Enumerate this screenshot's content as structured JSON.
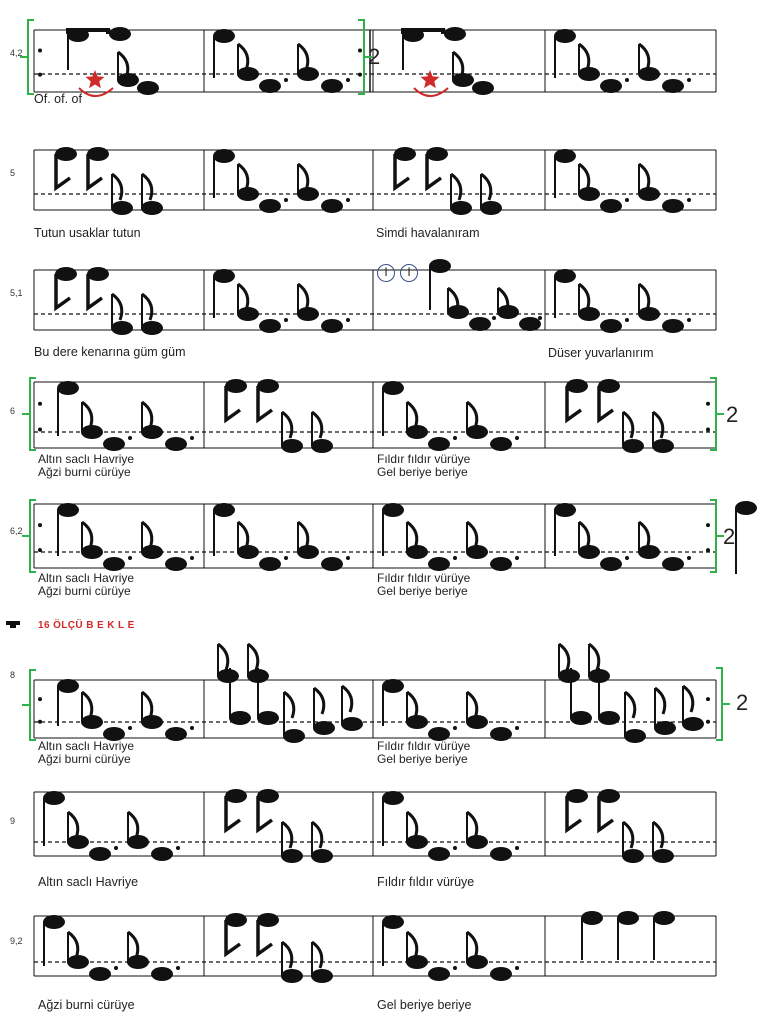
{
  "row_labels": [
    "4,2",
    "5",
    "5,1",
    "6",
    "6,2",
    "8",
    "9",
    "9,2"
  ],
  "lyrics": {
    "r1": [
      "Of. of. of"
    ],
    "r2": [
      "Tutun usaklar tutun",
      "Simdi havalanıram"
    ],
    "r3": [
      "Bu dere kenarına güm güm",
      "Düser yuvarlanırım"
    ],
    "r4": [
      "Altın saclı Havriye",
      "Ağzi burni cürüye",
      "Fıldır fıldır vürüye",
      "Gel beriye beriye"
    ],
    "r5": [
      "Altın saclı Havriye",
      "Ağzi burni cürüye",
      "Fıldır fıldır vürüye",
      "Gel beriye beriye"
    ],
    "r6": [
      "Altın saclı Havriye",
      "Ağzi burni cürüye",
      "Fıldır fıldır vürüye",
      "Gel beriye beriye"
    ],
    "r7": [
      "Altın saclı Havriye",
      "Fıldır fıldır vürüye"
    ],
    "r8": [
      "Ağzi burni cürüye",
      "Gel beriye beriye"
    ]
  },
  "repeat_counts": [
    "2",
    "2",
    "2",
    "2"
  ],
  "rest_instruction": "16 ÖLÇÜ B E K L E",
  "circled_marks": [
    "I",
    "I"
  ],
  "colors": {
    "ink": "#111111",
    "bracket": "#2db34a",
    "annotation_red": "#d12a2a",
    "circle_blue": "#3a4e86"
  }
}
